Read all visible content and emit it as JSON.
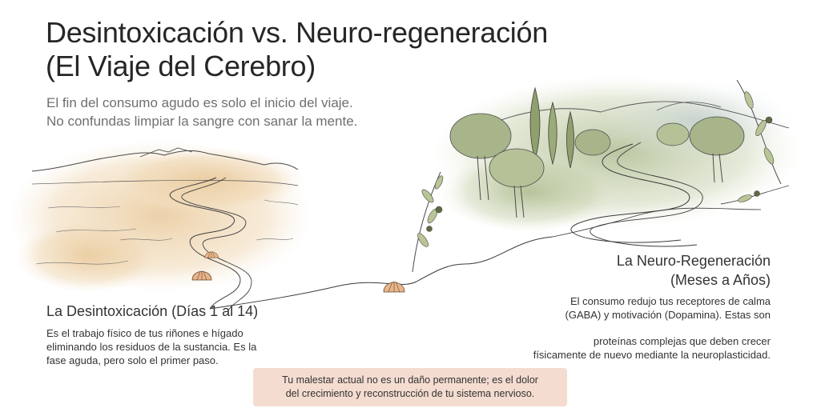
{
  "header": {
    "title_line1": "Desintoxicación vs. Neuro-regeneración",
    "title_line2": "(El Viaje del Cerebro)",
    "subtitle_line1": "El fin del consumo agudo es solo el inicio del viaje.",
    "subtitle_line2": "No confundas limpiar la sangre con sanar la mente."
  },
  "detox": {
    "heading": "La Desintoxicación (Días 1 al 14)",
    "body_line1": "Es el trabajo físico de tus riñones e hígado",
    "body_line2": "eliminando los residuos de la sustancia. Es la",
    "body_line3": "fase aguda, pero solo el primer paso."
  },
  "regeneration": {
    "heading_line1": "La Neuro-Regeneración",
    "heading_line2": "(Meses a Años)",
    "body_line1": "El consumo redujo tus receptores de calma",
    "body_line2": "(GABA) y motivación (Dopamina). Estas son",
    "body_line3": "proteínas complejas que deben crecer",
    "body_line4": "físicamente de nuevo mediante la neuroplasticidad."
  },
  "callout": {
    "line1": "Tu malestar actual no es un daño permanente; es el dolor",
    "line2": "del crecimiento y reconstrucción de tu sistema nervioso."
  },
  "icons": {
    "shell": "scallop-shell-icon",
    "olive_branch": "olive-branch-icon",
    "cypress": "cypress-tree-icon",
    "olive_tree": "olive-tree-icon"
  },
  "colors": {
    "desert_wash": "#e9c99a",
    "green_wash": "#a9b98a",
    "ink": "#3a3a3a",
    "callout_bg": "#f4dcd0"
  }
}
